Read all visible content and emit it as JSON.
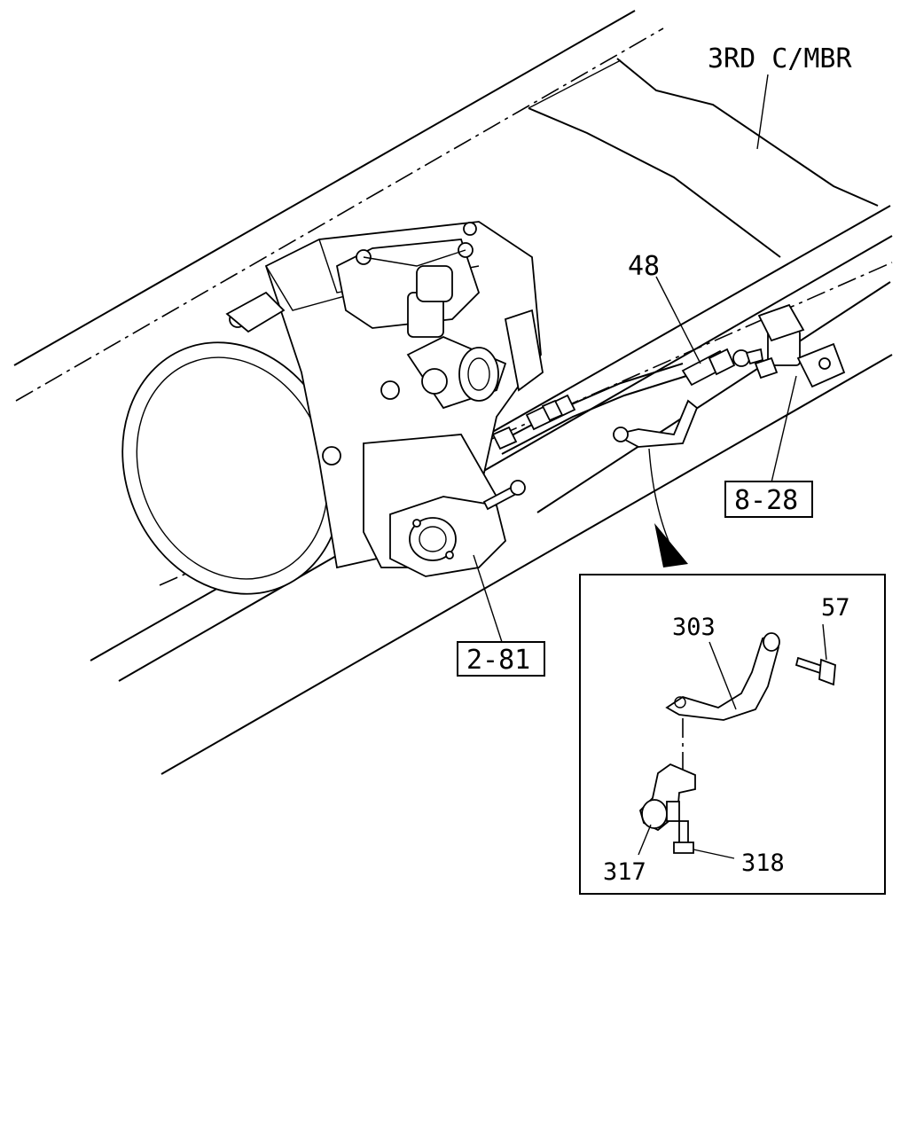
{
  "labels": {
    "third_crossmember": "3RD C/MBR",
    "part_48": "48",
    "ref_8_28": "8-28",
    "ref_2_81": "2-81",
    "part_57": "57",
    "part_303": "303",
    "part_317": "317",
    "part_318": "318"
  }
}
